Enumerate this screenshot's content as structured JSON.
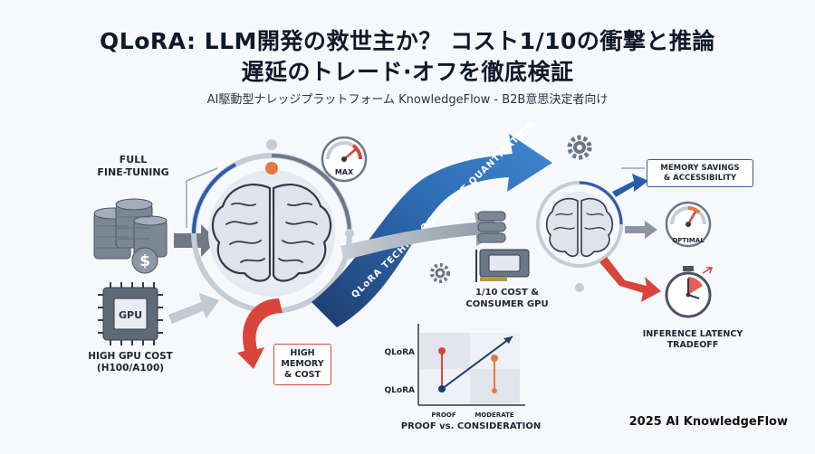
{
  "title": {
    "line1": "QLoRA: LLM開発の救世主か？ コスト1/10の衝撃と推論",
    "line2": "遅延のトレード·オフを徹底検証"
  },
  "subtitle": "AI駆動型ナレッジプラットフォーム KnowledgeFlow - B2B意思決定者向け",
  "labels": {
    "full_finetuning": "FULL\nFINE-TUNING",
    "high_gpu_cost": "HIGH GPU COST\n(H100/A100)",
    "gpu_chip": "GPU",
    "dollar": "$",
    "gauge_max": "MAX",
    "high_memory": "HIGH\nMEMORY\n& COST",
    "arrow_text": "QLoRA TECHNOLOGY: 4-BIT QUANTIZATION",
    "cost_consumer": "1/10 COST &\nCONSUMER GPU",
    "memory_savings": "MEMORY SAVINGS\n& ACCESSIBILITY",
    "gauge_optimal": "OPTIMAL",
    "inference_latency": "INFERENCE LATENCY\nTRADEOFF",
    "chart_y1": "QLoRA",
    "chart_y2": "QLoRA",
    "chart_x1": "PROOF",
    "chart_x2": "MODERATE",
    "chart_caption": "PROOF vs. CONSIDERATION"
  },
  "footer": "2025 AI KnowledgeFlow",
  "colors": {
    "blue": "#2b5cab",
    "navy": "#1d3d6e",
    "red": "#d9453a",
    "orange": "#e8763f",
    "grey": "#8c95a3"
  }
}
